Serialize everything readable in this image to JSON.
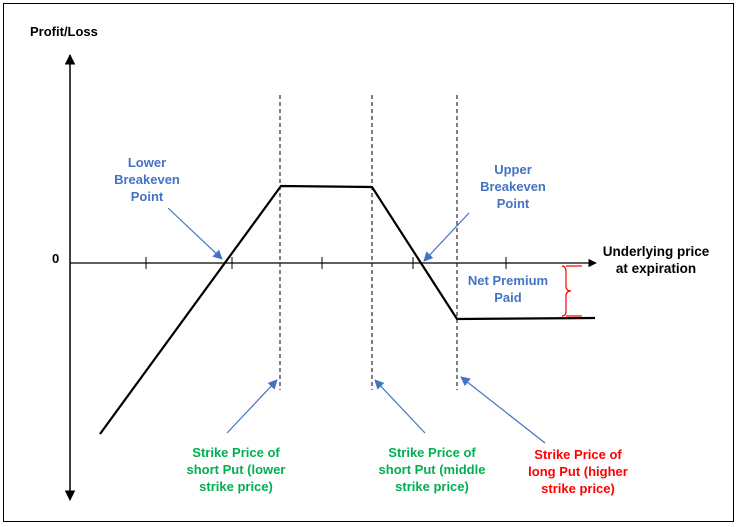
{
  "axes": {
    "y_label": "Profit/Loss",
    "x_label": "Underlying price\nat expiration",
    "zero_label": "0"
  },
  "annotations": {
    "lower_breakeven": "Lower\nBreakeven\nPoint",
    "upper_breakeven": "Upper\nBreakeven\nPoint",
    "net_premium": "Net Premium\nPaid",
    "strike_short_lower": "Strike Price of\nshort Put (lower\nstrike price)",
    "strike_short_middle": "Strike Price of\nshort Put (middle\nstrike price)",
    "strike_long_higher": "Strike Price of\nlong Put (higher\nstrike price)"
  },
  "colors": {
    "blue": "#4472c4",
    "green": "#00b050",
    "red": "#ff0000",
    "black": "#000000"
  }
}
